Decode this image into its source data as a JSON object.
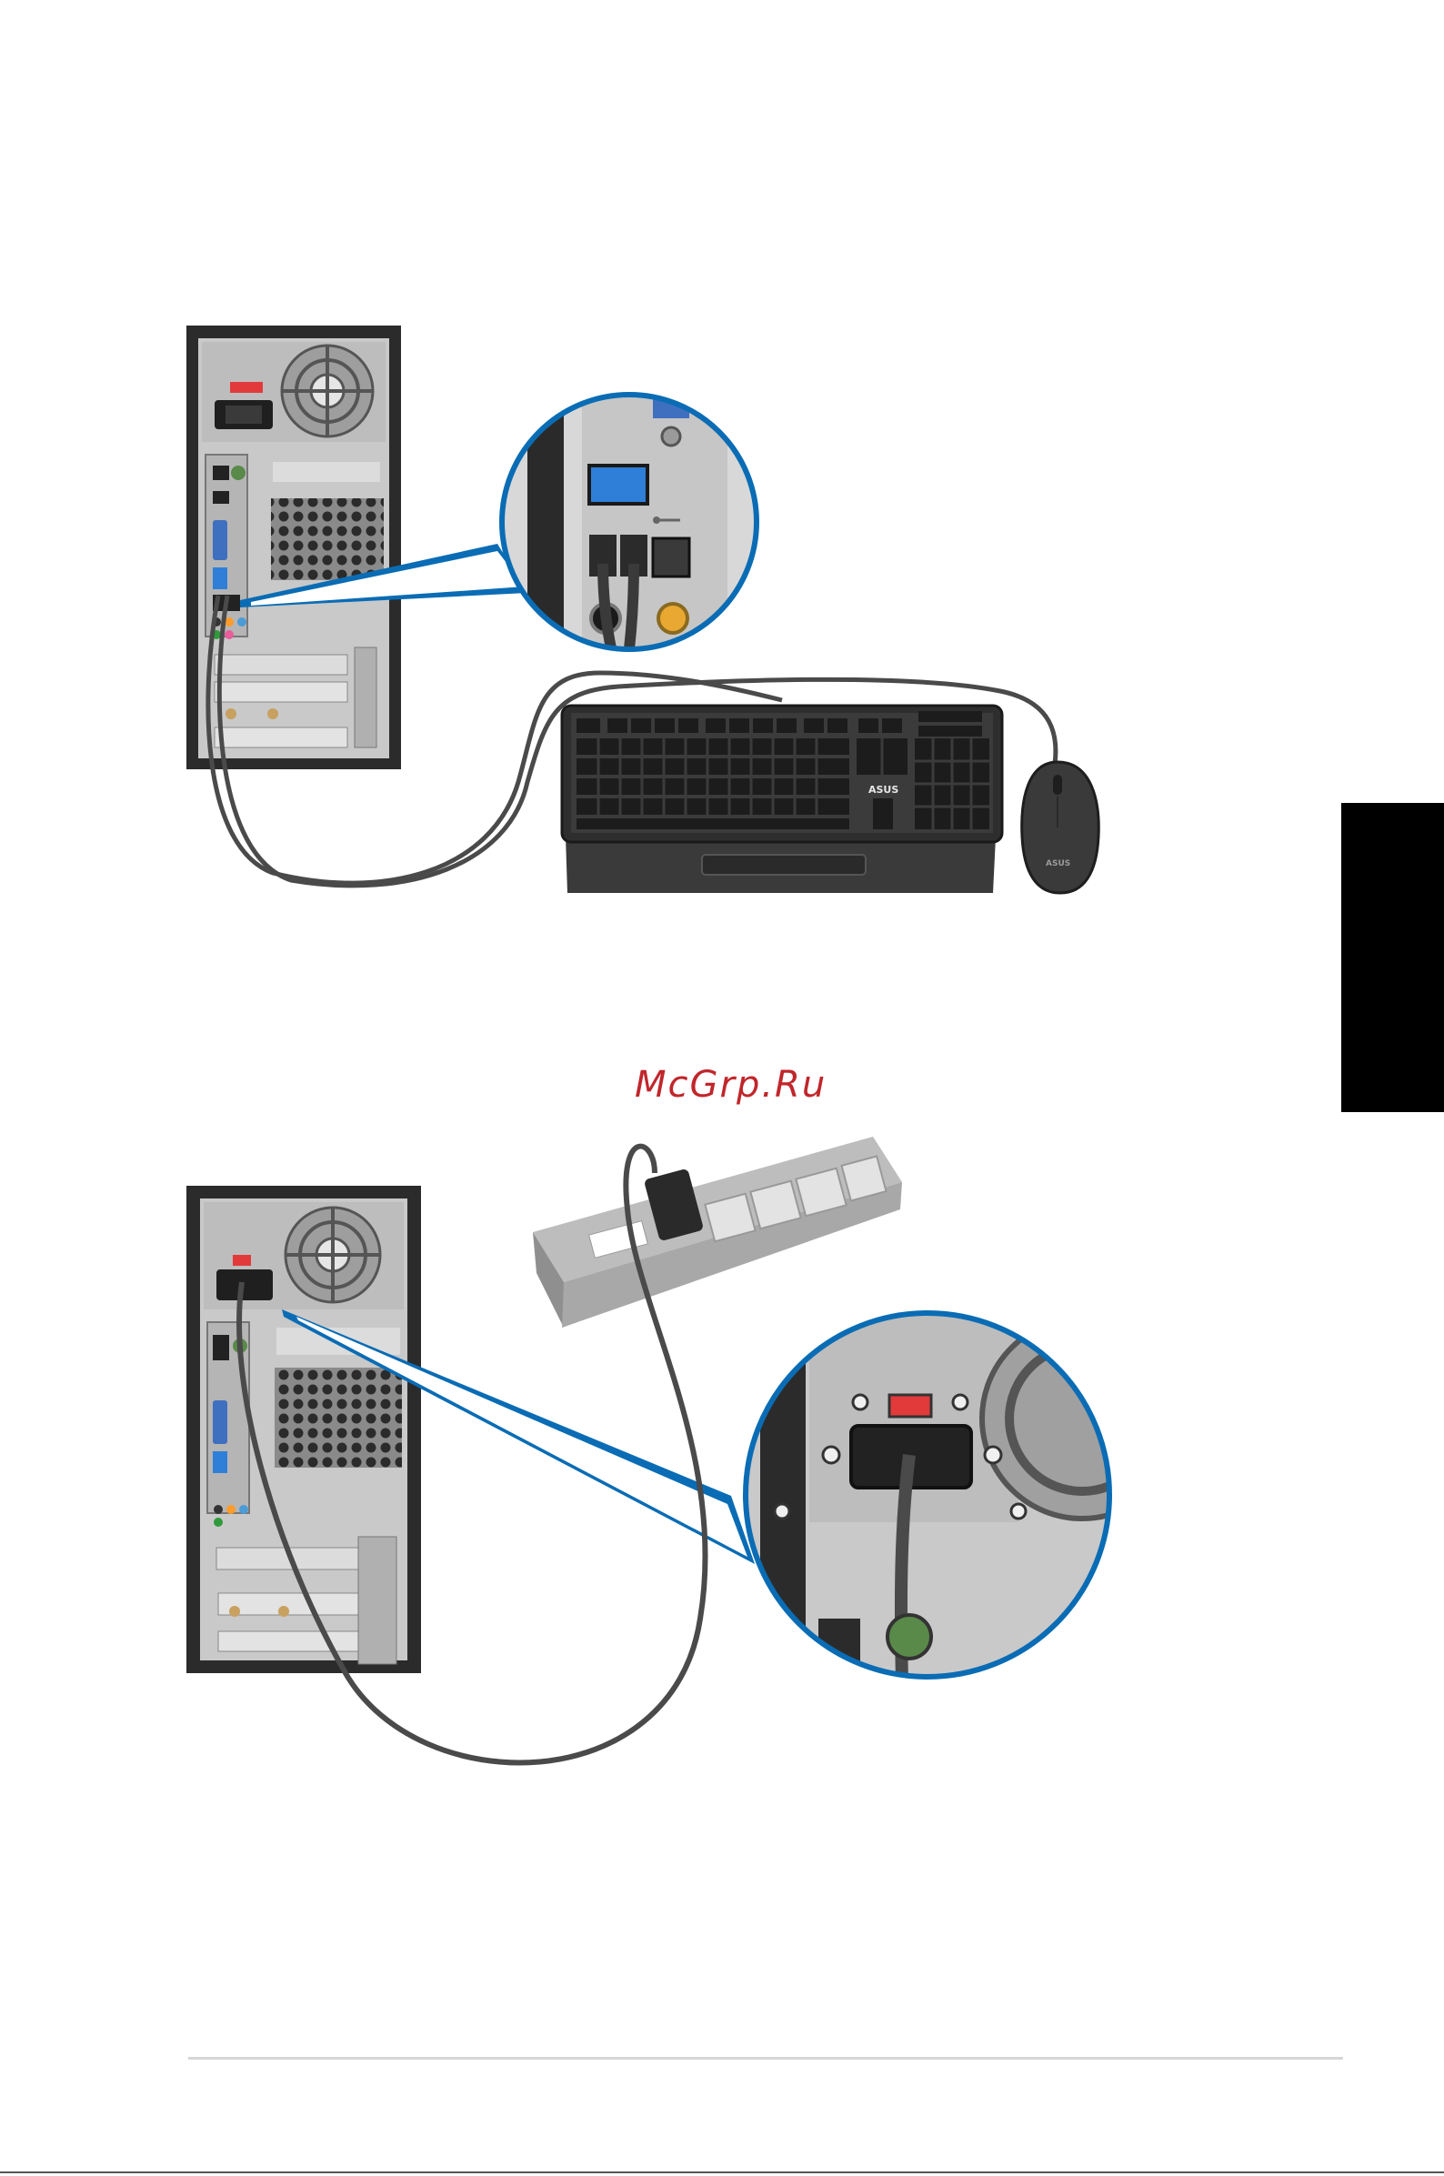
{
  "watermark": {
    "text": "McGrp.Ru",
    "color": "#c0262b"
  },
  "keyboard": {
    "brand_text": "ASUS"
  },
  "mouse": {
    "brand_text": "ASUS"
  },
  "colors": {
    "callout_blue": "#0a6cb4",
    "tower_dark": "#2b2b2b",
    "panel_gray": "#c9c9c9",
    "cable": "#444444",
    "power_switch": "#e23a3a",
    "vga_blue": "#3f6fbf",
    "usb3_blue": "#2f7fd8"
  },
  "icons": [
    "usb-icon",
    "ethernet-port-icon",
    "fan-grille-icon",
    "power-socket-icon"
  ]
}
